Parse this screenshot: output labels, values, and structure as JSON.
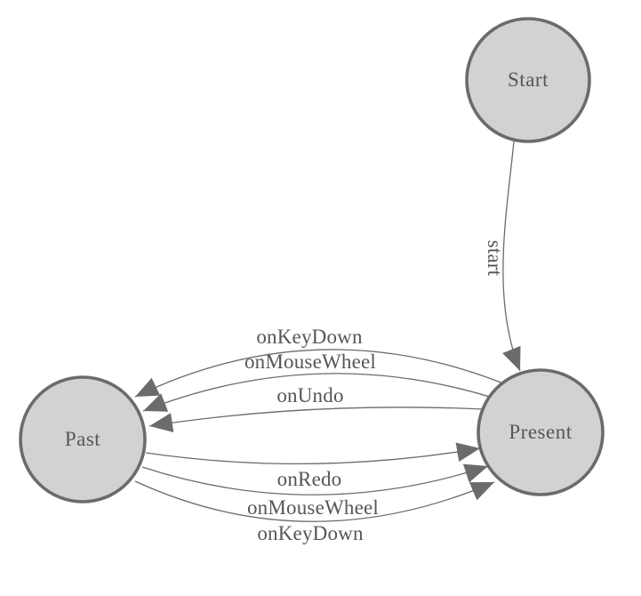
{
  "diagram": {
    "type": "state-machine-graph",
    "background": "#ffffff",
    "colors": {
      "node_fill": "#d2d2d2",
      "node_border": "#6b6b6b",
      "edge_line": "#6b6b6b",
      "arrowhead": "#6b6b6b",
      "label_text": "#56565a"
    },
    "nodes": [
      {
        "id": "start",
        "label": "Start"
      },
      {
        "id": "past",
        "label": "Past"
      },
      {
        "id": "present",
        "label": "Present"
      }
    ],
    "edges": [
      {
        "from": "start",
        "to": "present",
        "label": "start"
      },
      {
        "from": "present",
        "to": "past",
        "label": "onKeyDown"
      },
      {
        "from": "present",
        "to": "past",
        "label": "onMouseWheel"
      },
      {
        "from": "present",
        "to": "past",
        "label": "onUndo"
      },
      {
        "from": "past",
        "to": "present",
        "label": "onRedo"
      },
      {
        "from": "past",
        "to": "present",
        "label": "onMouseWheel"
      },
      {
        "from": "past",
        "to": "present",
        "label": "onKeyDown"
      }
    ]
  }
}
